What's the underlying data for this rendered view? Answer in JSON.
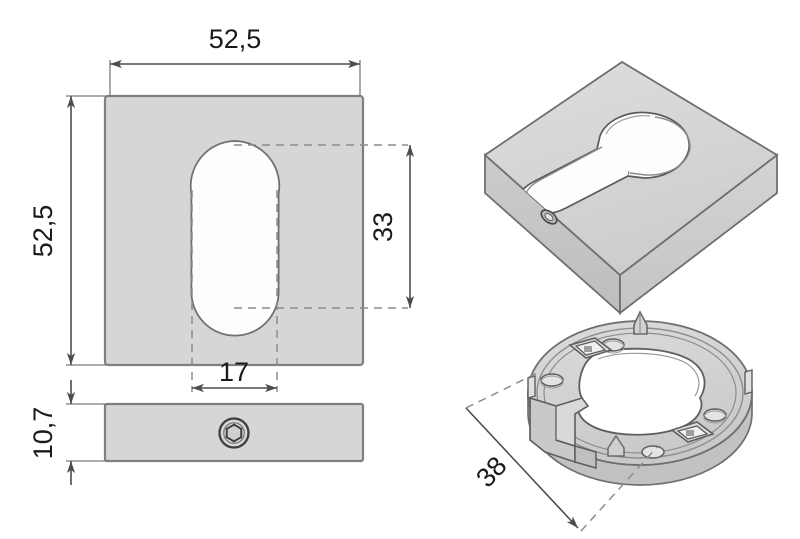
{
  "drawing": {
    "title": "Escutcheon plate technical drawing",
    "background_color": "#ffffff",
    "fill_color": "#d6d6d6",
    "fill_color_dark": "#c3c3c3",
    "fill_color_light": "#e2e2e2",
    "outline_color": "#808080",
    "line_color": "#4d4d4d",
    "text_color": "#1a1a1a"
  },
  "dimensions": {
    "width_top": "52,5",
    "height_left": "52,5",
    "keyhole_height": "33",
    "keyhole_width": "17",
    "plate_thickness": "10,7",
    "ring_diameter": "38"
  },
  "views": {
    "front": {
      "name": "Front view square plate with euro cylinder keyhole"
    },
    "side": {
      "name": "Side view plate edge with hex socket screw"
    },
    "iso_plate": {
      "name": "Isometric square escutcheon plate"
    },
    "iso_ring": {
      "name": "Isometric mounting ring"
    }
  },
  "icons": {
    "hex_screw": "hex-socket-screw-icon",
    "arrow": "dimension-arrow-icon"
  }
}
